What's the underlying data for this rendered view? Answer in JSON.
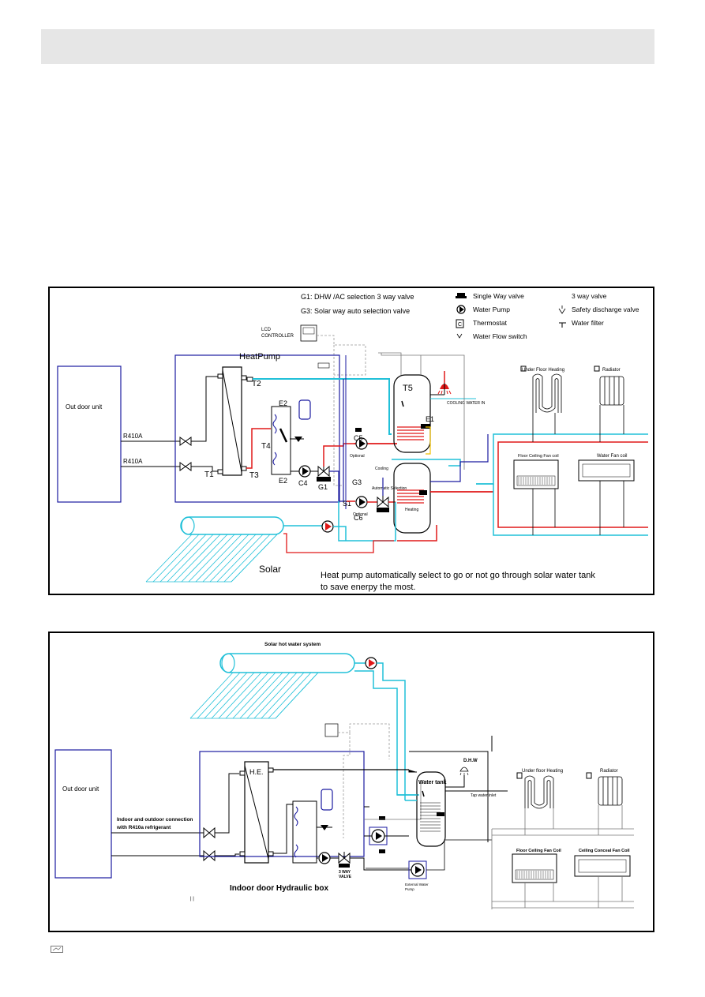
{
  "diagram1": {
    "legend_left": [
      "G1: DHW /AC selection 3 way valve",
      "G3: Solar way auto selection  valve"
    ],
    "legend_right": {
      "single_way_valve": "Single Way valve",
      "three_way_valve": "3 way valve",
      "water_pump": "Water Pump",
      "safety_discharge_valve": "Safety discharge valve",
      "thermostat": "Thermostat",
      "water_filter": "Water filter",
      "water_flow_switch": "Water Flow switch"
    },
    "lcd_controller": [
      "LCD",
      "CONTROLLER"
    ],
    "heatpump_title": "HeatPump",
    "outdoor_unit": "Out door unit",
    "refrigerant_label": "R410A",
    "sensors": {
      "t1": "T1",
      "t2": "T2",
      "t3": "T3",
      "t4": "T4",
      "t5": "T5"
    },
    "components": {
      "e1": "E1",
      "e2": "E2",
      "c4": "C4",
      "c5": "C5",
      "c6": "C6",
      "g1": "G1",
      "g3": "G3",
      "s1": "S1"
    },
    "small_labels": {
      "optional": "Optional",
      "cooling_water_in": "COOLING WATER IN",
      "cooling": "Cooling",
      "heating": "Heating",
      "automatic_selection": "Automatic Selection"
    },
    "underfloor_heating": "Under Floor Heating",
    "radiator": "Radiator",
    "floor_ceiling_fan_coil": "Floor Ceiling Fan coil",
    "water_fan_coil": "Water Fan coil",
    "solar": "Solar",
    "note_line1": "Heat pump automatically select to go or not go through solar water tank",
    "note_line2": "to save enerpy the most."
  },
  "diagram2": {
    "solar_title": "Solar hot water system",
    "outdoor_unit": "Out door unit",
    "connection_line1": "Indoor and outdoor connection",
    "connection_line2": "with R410a refrigerant",
    "he_label": "H.E.",
    "hydraulic_box": "Indoor door Hydraulic box",
    "water_tank": "Water tank",
    "dhw": "D.H.W",
    "tap_water_inlet": "Tap water inlet",
    "three_way_valve": [
      "3 WAY",
      "VALVE"
    ],
    "external_pump": [
      "External Water",
      "Pump"
    ],
    "underfloor_heating": "Under floor Heating",
    "radiator": "Radiator",
    "floor_ceiling_fan_coil": "Floor Ceiling Fan Coil",
    "ceiling_conceal_fan_coil": "Ceiling Conceal Fan Coil",
    "marker": "| |"
  },
  "colors": {
    "cyan": "#20c0d8",
    "red": "#e01818",
    "navy": "#1a1aa0",
    "yellow": "#f0c000",
    "grey": "#777777"
  }
}
